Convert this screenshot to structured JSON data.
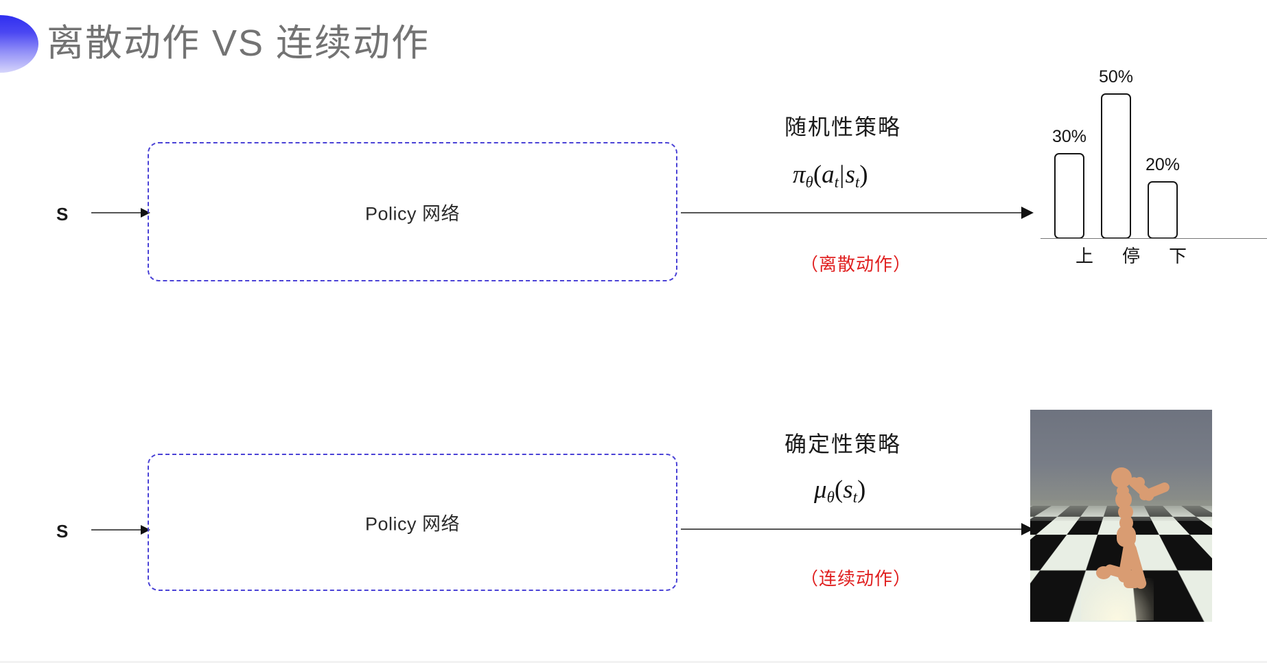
{
  "slide": {
    "title": "离散动作 VS 连续动作",
    "title_color": "#737373",
    "accent_color": "#3b33e8"
  },
  "rows": [
    {
      "id": "discrete",
      "state_label": "S",
      "policy_box_label": "Policy 网络",
      "policy_kind": "随机性策略",
      "formula": {
        "base": "π",
        "base_sub": "θ",
        "open": "(",
        "arg1": "a",
        "arg1_sub": "t",
        "bar": "|",
        "arg2": "s",
        "arg2_sub": "t",
        "close": ")"
      },
      "action_note": "（离散动作）"
    },
    {
      "id": "continuous",
      "state_label": "S",
      "policy_box_label": "Policy 网络",
      "policy_kind": "确定性策略",
      "formula": {
        "base": "μ",
        "base_sub": "θ",
        "open": "(",
        "arg1": "s",
        "arg1_sub": "t",
        "bar": "",
        "arg2": "",
        "arg2_sub": "",
        "close": ")"
      },
      "action_note": "（连续动作）"
    }
  ],
  "chart_data": {
    "type": "bar",
    "title": "",
    "xlabel": "",
    "ylabel": "",
    "categories": [
      "上",
      "停",
      "下"
    ],
    "values": [
      30,
      50,
      20
    ],
    "value_labels": [
      "30%",
      "50%",
      "20%"
    ],
    "ylim": [
      0,
      60
    ],
    "grid": false,
    "legend": "none",
    "bar_style": {
      "fill": "#ffffff",
      "stroke": "#151515"
    }
  },
  "humanoid_sim": {
    "caption": "",
    "sky_color": "#6f7480",
    "floor_colors": [
      "#101010",
      "#e8eee4"
    ],
    "body_color": "#d99c72"
  }
}
